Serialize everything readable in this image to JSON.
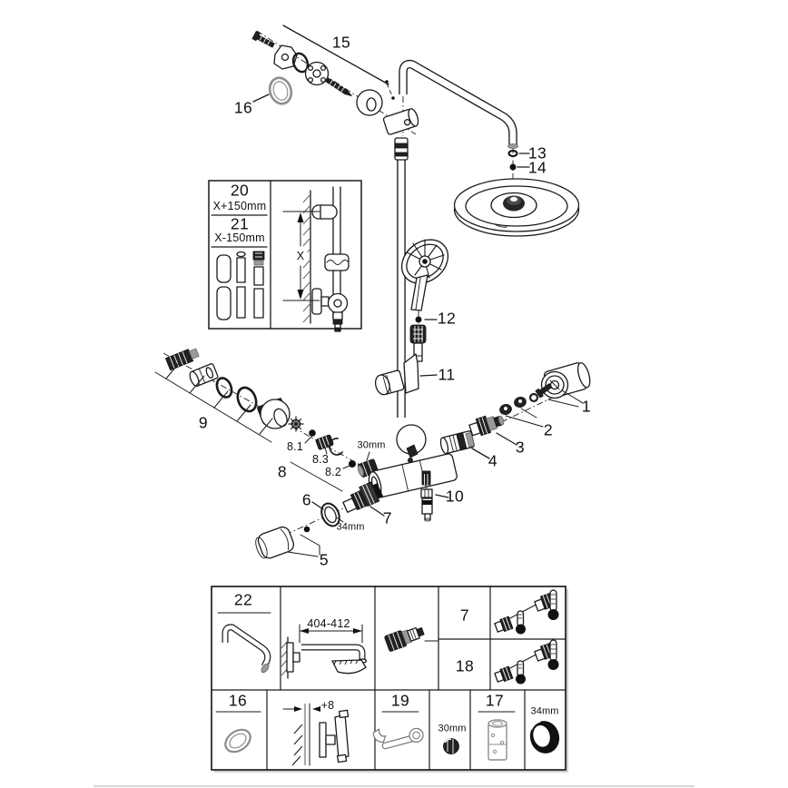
{
  "labels": {
    "p1": "1",
    "p2": "2",
    "p3": "3",
    "p4": "4",
    "p5": "5",
    "p6": "6",
    "p7": "7",
    "p8": "8",
    "p8_1": "8.1",
    "p8_2": "8.2",
    "p8_3": "8.3",
    "p9": "9",
    "p10": "10",
    "p11": "11",
    "p12": "12",
    "p13": "13",
    "p14": "14",
    "p15": "15",
    "p16": "16",
    "nut30": "30mm",
    "ring34": "34mm"
  },
  "railbox": {
    "p20": "20",
    "len20": "X+150mm",
    "p21": "21",
    "len21": "X-150mm",
    "x": "X"
  },
  "table": {
    "p22": "22",
    "armRange": "404-412",
    "p7": "7",
    "p18": "18",
    "p16": "16",
    "wallOffset": "+8",
    "p19": "19",
    "nut30": "30mm",
    "p17": "17",
    "nut34": "34mm"
  }
}
